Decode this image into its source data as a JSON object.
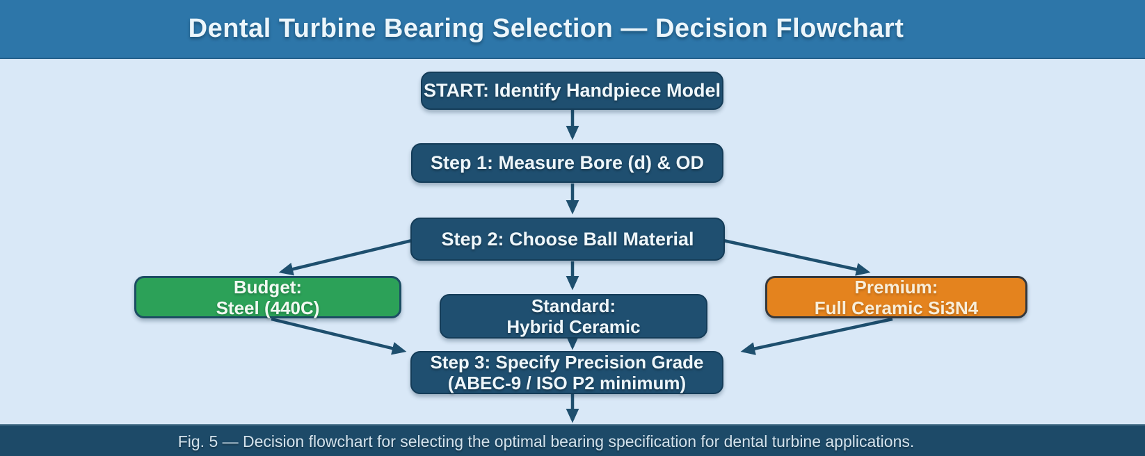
{
  "header": {
    "title": "Dental Turbine Bearing Selection — Decision Flowchart"
  },
  "footer": {
    "caption": "Fig. 5 — Decision flowchart for selecting the optimal bearing specification for dental turbine applications."
  },
  "colors": {
    "header_bg": "#2d76a9",
    "canvas_bg": "#d9e8f7",
    "node_dark_bg": "#1f4f70",
    "budget_green_bg": "#2ca158",
    "premium_orange_bg": "#e4831e",
    "footer_bg": "#1d4a68",
    "arrow": "#1e4f6e",
    "title_text": "#ecf6fb",
    "node_text": "#eef6fa",
    "caption_text": "#d3e2ec"
  },
  "flowchart": {
    "nodes": {
      "start": {
        "label": "START: Identify Handpiece Model"
      },
      "step1": {
        "label": "Step 1: Measure Bore (d) & OD"
      },
      "step2": {
        "label": "Step 2: Choose Ball Material"
      },
      "budget": {
        "line1": "Budget:",
        "line2": "Steel (440C)"
      },
      "standard": {
        "line1": "Standard:",
        "line2": "Hybrid Ceramic"
      },
      "premium": {
        "line1": "Premium:",
        "line2": "Full Ceramic Si3N4"
      },
      "step3": {
        "line1": "Step 3: Specify Precision Grade",
        "line2": "(ABEC-9 / ISO P2 minimum)"
      }
    },
    "edges": [
      {
        "from": "start",
        "to": "step1"
      },
      {
        "from": "step1",
        "to": "step2"
      },
      {
        "from": "step2",
        "to": "budget"
      },
      {
        "from": "step2",
        "to": "standard"
      },
      {
        "from": "step2",
        "to": "premium"
      },
      {
        "from": "budget",
        "to": "step3"
      },
      {
        "from": "standard",
        "to": "step3"
      },
      {
        "from": "premium",
        "to": "step3"
      },
      {
        "from": "step3",
        "to": "exit"
      }
    ]
  }
}
